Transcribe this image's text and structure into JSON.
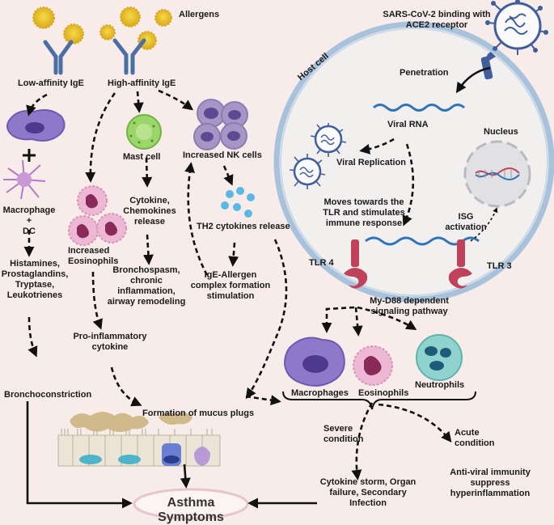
{
  "labels": {
    "allergens": "Allergens",
    "low_affinity": "Low-affinity IgE",
    "high_affinity": "High-affinity IgE",
    "macrophage_dc": "Macrophage +\nDC",
    "plus": "+",
    "mediators": "Histamines,\nProstaglandins,\nTryptase,\nLeukotrienes",
    "bronchoconstriction": "Bronchoconstriction",
    "increased_eosinophils": "Increased\nEosinophils",
    "pro_inflammatory": "Pro-inflammatory\ncytokine",
    "mast_cell": "Mast cell",
    "cytokine_release": "Cytokine,\nChemokines\nrelease",
    "bronchospasm": "Bronchospasm,\nchronic\ninflammation,\nairway remodeling",
    "nk_cells": "Increased NK cells",
    "th2": "TH2 cytokines release",
    "ige_allergen": "IgE-Allergen\ncomplex formation\nstimulation",
    "mucus": "Formation of mucus plugs",
    "asthma": "Asthma Symptoms",
    "sars": "SARS-CoV-2 binding with\nACE2 receptor",
    "host_cell": "Host cell",
    "penetration": "Penetration",
    "viral_rna": "Viral RNA",
    "viral_replication": "Viral Replication",
    "nucleus": "Nucleus",
    "moves_tlr": "Moves towards the\nTLR and stimulates\nimmune response",
    "isg": "ISG\nactivation",
    "tlr4": "TLR 4",
    "tlr3": "TLR 3",
    "myd88": "My-D88 dependent\nsignaling pathway",
    "macrophages": "Macrophages",
    "eosinophils": "Eosinophils",
    "neutrophils": "Neutrophils",
    "severe": "Severe\ncondition",
    "acute": "Acute\ncondition",
    "cytokine_storm": "Cytokine storm, Organ\nfailure, Secondary\nInfection",
    "antiviral": "Anti-viral immunity\nsuppress\nhyperinflammation"
  },
  "colors": {
    "background": "#f7ecea",
    "allergen": "#e8c12a",
    "antibody": "#4a6fa5",
    "eosinophil": "#e6a7c8",
    "nk_cell": "#8f7ab3",
    "mast_cell": "#88c95a",
    "macrophage": "#8d78c9",
    "neutrophil": "#8fd3cf",
    "host_cell_border": "#a9c2db",
    "virus": "#3f5e9b",
    "tlr": "#c0415a",
    "rna": "#2f73b8"
  }
}
